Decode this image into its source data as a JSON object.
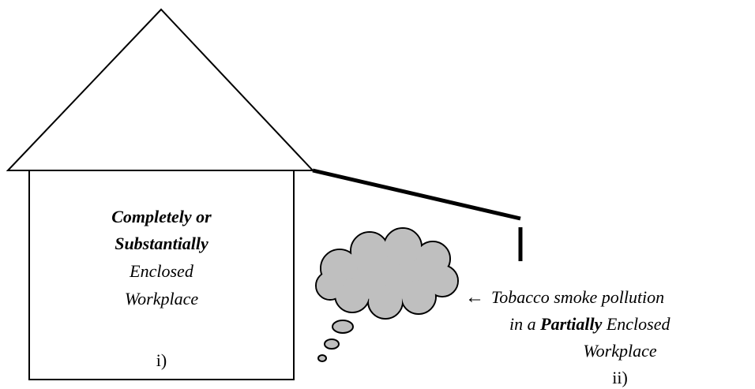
{
  "enclosed_workplace": {
    "line1": "Completely or",
    "line2": "Substantially",
    "line3": "Enclosed",
    "line4": "Workplace",
    "marker": "i)"
  },
  "partial_workplace": {
    "arrow": "←",
    "line1": "Tobacco smoke pollution",
    "line2_prefix": "in a ",
    "line2_bold": "Partially",
    "line2_suffix": " Enclosed",
    "line3": "Workplace",
    "marker": "ii)"
  },
  "colors": {
    "outline": "#000000",
    "smoke_fill": "#bfbfbf",
    "background": "#ffffff"
  }
}
